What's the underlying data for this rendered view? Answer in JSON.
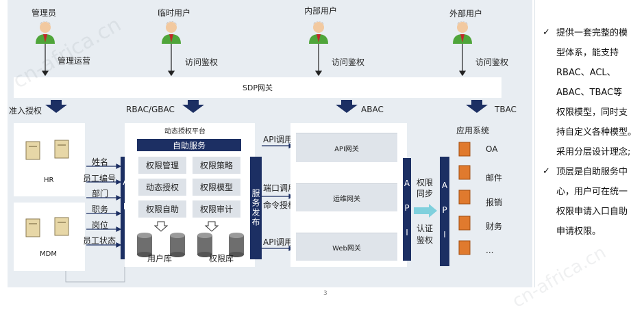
{
  "users": [
    {
      "role": "管理员",
      "action": "管理运营"
    },
    {
      "role": "临时用户",
      "action": "访问鉴权"
    },
    {
      "role": "内部用户",
      "action": "访问鉴权"
    },
    {
      "role": "外部用户",
      "action": "访问鉴权"
    }
  ],
  "gateway": "SDP网关",
  "auth_models": [
    "准入授权",
    "RBAC/GBAC",
    "ABAC",
    "TBAC"
  ],
  "sources": [
    "HR",
    "MDM"
  ],
  "fields": [
    "姓名",
    "员工编号",
    "部门",
    "职务",
    "岗位",
    "员工状态"
  ],
  "api_label": "A P I",
  "platform": {
    "title": "动态授权平台",
    "self_service": "自助服务",
    "cells": [
      "权限管理",
      "权限策略",
      "动态授权",
      "权限模型",
      "权限自助",
      "权限审计"
    ],
    "dbs": [
      "用户库",
      "权限库"
    ]
  },
  "service_publish": "服务发布",
  "calls": {
    "api1": "API调用",
    "port": "端口调用",
    "cmd": "命令授权",
    "api2": "API调用"
  },
  "gateways": [
    "API网关",
    "运维网关",
    "Web网关"
  ],
  "sync_labels": [
    "权限",
    "同步",
    "认证",
    "鉴权"
  ],
  "apps": {
    "title": "应用系统",
    "items": [
      "OA",
      "邮件",
      "报销",
      "财务",
      "..."
    ]
  },
  "bullets": [
    {
      "mark": "✓",
      "lines": [
        "提供一套完整的模",
        "型体系，能支持",
        "RBAC、ACL、",
        "ABAC、TBAC等",
        "权限模型，同时支",
        "持自定义各种模型。",
        "采用分层设计理念;"
      ]
    },
    {
      "mark": "✓",
      "lines": [
        "顶层是自助服务中",
        "心，用户可在统一",
        "权限申请入口自助",
        "申请权限。"
      ]
    }
  ],
  "page_number": "3",
  "watermark": "cn-africa.cn",
  "colors": {
    "navy": "#1c2f63",
    "person_green": "#4fa53a",
    "server_orange": "#e07a2e"
  }
}
